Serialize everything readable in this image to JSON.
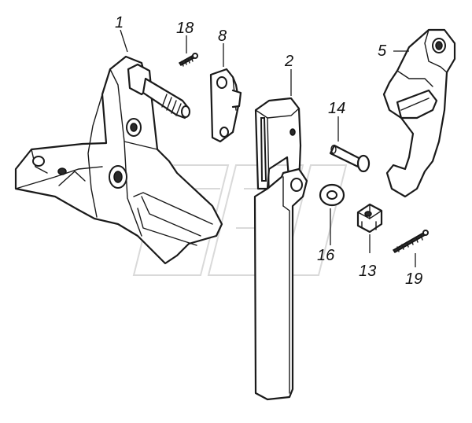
{
  "callouts": [
    {
      "id": "1",
      "text": "1"
    },
    {
      "id": "18",
      "text": "18"
    },
    {
      "id": "8",
      "text": "8"
    },
    {
      "id": "2",
      "text": "2"
    },
    {
      "id": "5",
      "text": "5"
    },
    {
      "id": "14",
      "text": "14"
    },
    {
      "id": "16",
      "text": "16"
    },
    {
      "id": "13",
      "text": "13"
    },
    {
      "id": "19",
      "text": "19"
    }
  ]
}
